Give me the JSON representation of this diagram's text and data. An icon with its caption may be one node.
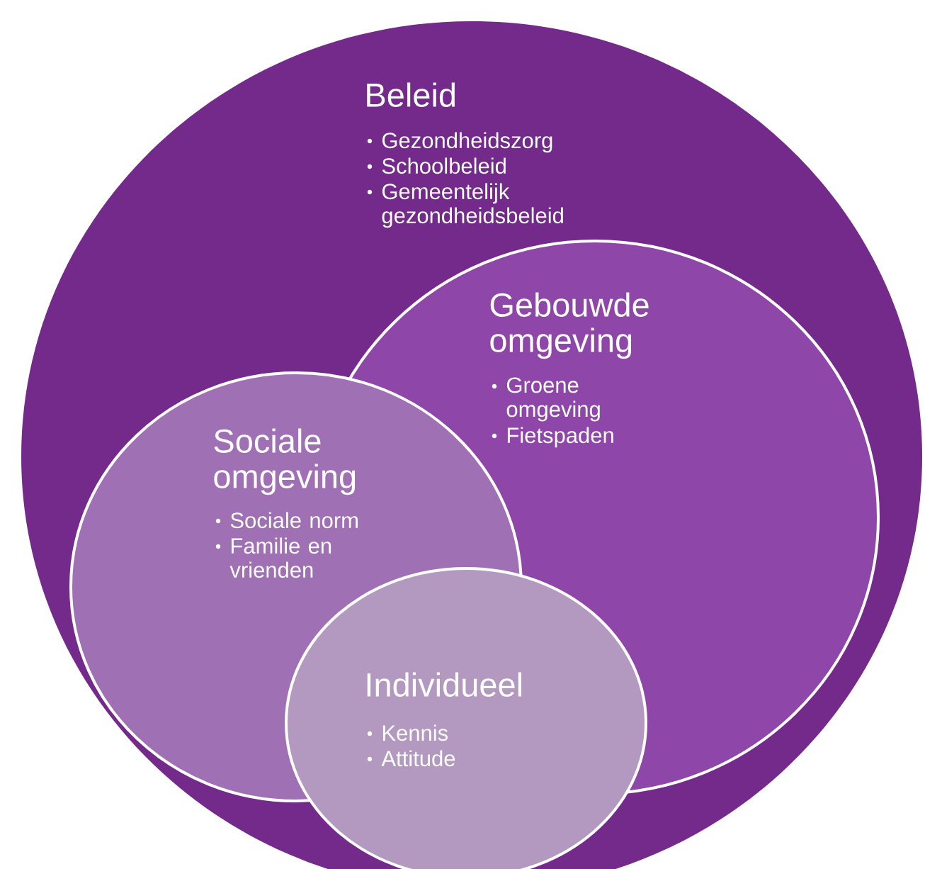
{
  "diagram": {
    "nodes": [
      {
        "text": [
          "Beleid",
          "Gezondheidszorg",
          "Schoolbeleid",
          "Gemeentelijk gezondheidsbeleid"
        ]
      },
      {
        "text": [
          "Gebouwde omgeving",
          "Groene omgeving",
          "Fietspaden"
        ],
        "in": 0
      },
      {
        "text": [
          "Sociale omgeving",
          "Sociale norm",
          "Familie en vrienden"
        ],
        "in": 0
      },
      {
        "text": [
          "Individueel",
          "Kennis",
          "Attitude"
        ],
        "in": 0
      }
    ]
  }
}
